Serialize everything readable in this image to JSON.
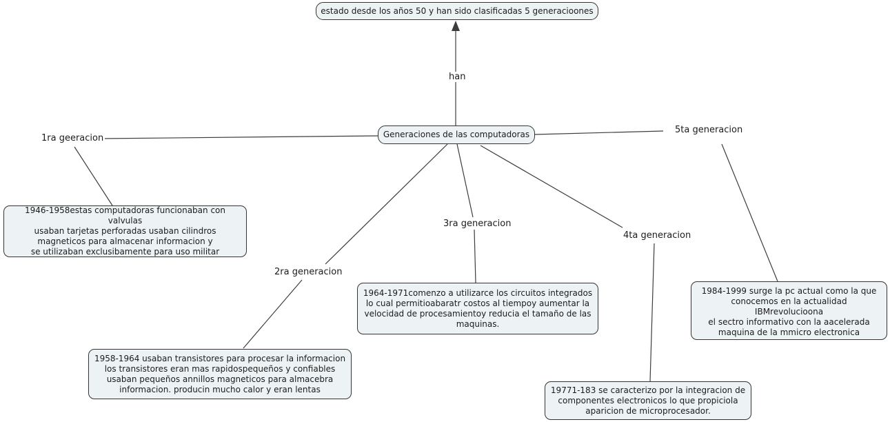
{
  "colors": {
    "box_fill": "#edf3f5",
    "box_border": "#333333",
    "line": "#3c3c3c",
    "text": "#1b1b1b",
    "background": "#ffffff"
  },
  "concept_map": {
    "root_label": "Generaciones de las computadoras",
    "intro_statement": "estado desde los años 50 y han sido clasificadas 5 generacioones",
    "intro_link_word": "han",
    "branch_labels": {
      "b1": "1ra geeracion",
      "b2": "2ra generacion",
      "b3": "3ra generacion",
      "b4": "4ta generacion",
      "b5": "5ta generacion"
    },
    "generation_boxes": {
      "g1": "1946-1958estas computadoras funcionaban con valvulas\nusaban tarjetas perforadas usaban cilindros\nmagneticos para almacenar informacion y\nse utilizaban exclusibamente para uso militar",
      "g2": "1958-1964 usaban transistores para procesar la informacion\nlos transistores eran mas rapidospequeños y confiables\nusaban pequeños annillos magneticos para almacebra\ninformacion. producin mucho calor y eran lentas",
      "g3": "1964-1971comenzo a utilizarce los circuitos integrados\nlo cual permitioabaratr costos al tiempoy aumentar la\nvelocidad de procesamientoy reducia el tamaño de las\nmaquinas.",
      "g4": "19771-183 se caracterizo por la integracion de\ncomponentes electronicos lo que propiciola\naparicion de microprocesador.",
      "g5": "1984-1999 surge la pc actual como la que\nconocemos en la actualidad IBMrevolucioona\nel sectro informativo con la aacelerada\nmaquina de la mmicro electronica"
    }
  }
}
